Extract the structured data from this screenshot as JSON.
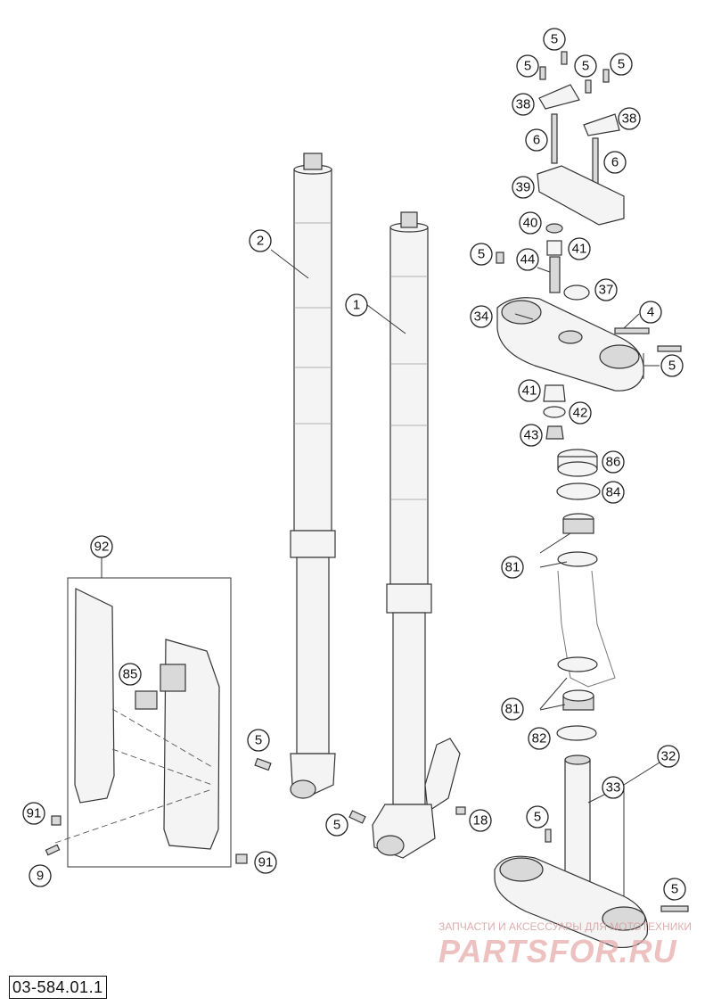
{
  "document": {
    "id": "03-584.01.1"
  },
  "watermark": {
    "tagline": "ЗАПЧАСТИ И АКСЕССУАРЫ ДЛЯ МОТОТЕХНИКИ",
    "brand": "PARTSFOR.RU"
  },
  "callouts": [
    "1",
    "2",
    "4",
    "5",
    "6",
    "9",
    "18",
    "32",
    "33",
    "34",
    "37",
    "38",
    "39",
    "40",
    "41",
    "42",
    "43",
    "44",
    "81",
    "82",
    "84",
    "85",
    "86",
    "91",
    "92"
  ]
}
